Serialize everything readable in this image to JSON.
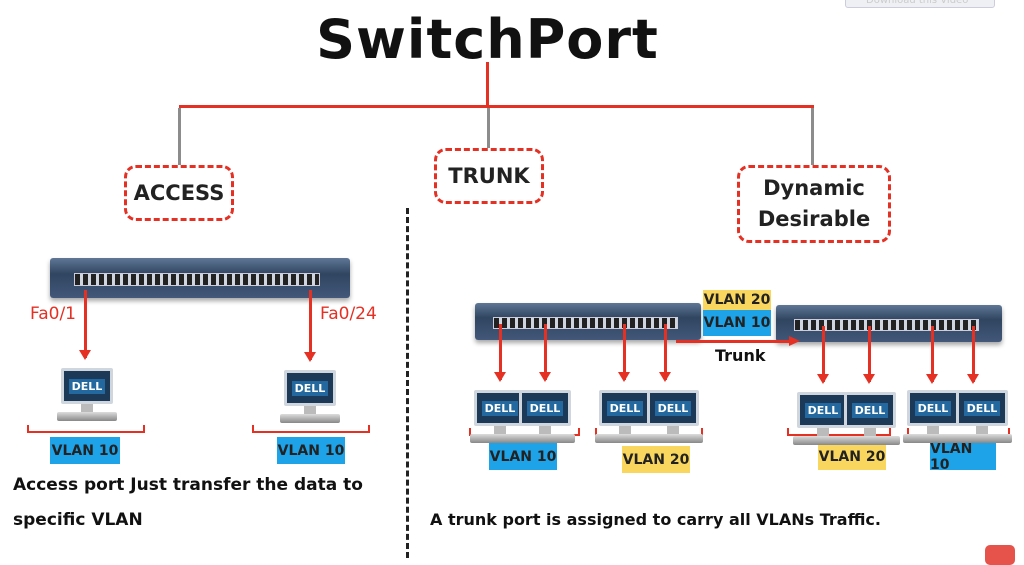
{
  "title": "SwitchPort",
  "top_button": "Download this Video",
  "modes": {
    "access": "ACCESS",
    "trunk": "TRUNK",
    "dynamic_line1": "Dynamic",
    "dynamic_line2": "Desirable"
  },
  "access": {
    "port_left": "Fa0/1",
    "port_right": "Fa0/24",
    "vlan_left": "VLAN 10",
    "vlan_right": "VLAN 10",
    "caption_line1": "Access port Just transfer the data to",
    "caption_line2": "specific VLAN"
  },
  "trunk": {
    "tag_top": "VLAN 20",
    "tag_bottom": "VLAN 10",
    "link_label": "Trunk",
    "groups": [
      "VLAN 10",
      "VLAN 20",
      "VLAN 20",
      "VLAN 10"
    ],
    "caption": "A trunk port is assigned to carry all VLANs Traffic."
  },
  "pc_logo": "DELL",
  "colors": {
    "red": "#e53024",
    "vlan10": "#1ea2e8",
    "vlan20": "#f9d65e"
  }
}
